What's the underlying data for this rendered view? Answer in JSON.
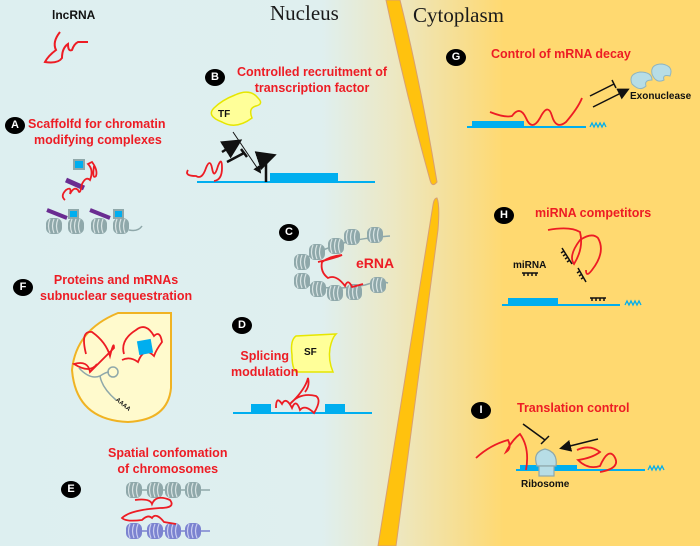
{
  "figure": {
    "regions": {
      "nucleus": "Nucleus",
      "cytoplasm": "Cytoplasm"
    },
    "legend_label": "lncRNA",
    "colors": {
      "nucleus_bg": "#DFEFEF",
      "cytoplasm_bg": "#FFD970",
      "membrane": "#FFC20E",
      "rna": "#ED1C24",
      "dna": "#00AEEF",
      "nucleosome": "#8FA8AA",
      "label_red": "#ED1C24"
    },
    "panels": [
      {
        "id": "A",
        "badge": "A",
        "title": [
          "Scaffolfd for chromatin",
          "modifying complexes"
        ]
      },
      {
        "id": "B",
        "badge": "B",
        "title": [
          "Controlled recruitment of",
          "transcription factor"
        ],
        "factor_label": "TF"
      },
      {
        "id": "C",
        "badge": "C",
        "title": [
          "eRNA"
        ]
      },
      {
        "id": "D",
        "badge": "D",
        "title": [
          "Splicing",
          "modulation"
        ],
        "factor_label": "SF"
      },
      {
        "id": "E",
        "badge": "E",
        "title": [
          "Spatial confomation",
          "of chromosomes"
        ]
      },
      {
        "id": "F",
        "badge": "F",
        "title": [
          "Proteins and mRNAs",
          "subnuclear sequestration"
        ],
        "polyA_label": "AAAA"
      },
      {
        "id": "G",
        "badge": "G",
        "title": [
          "Control of mRNA decay"
        ],
        "enzyme_label": "Exonuclease"
      },
      {
        "id": "H",
        "badge": "H",
        "title": [
          "miRNA competitors"
        ],
        "mirna_label": "miRNA"
      },
      {
        "id": "I",
        "badge": "I",
        "title": [
          "Translation control"
        ],
        "ribosome_label": "Ribosome"
      }
    ]
  }
}
